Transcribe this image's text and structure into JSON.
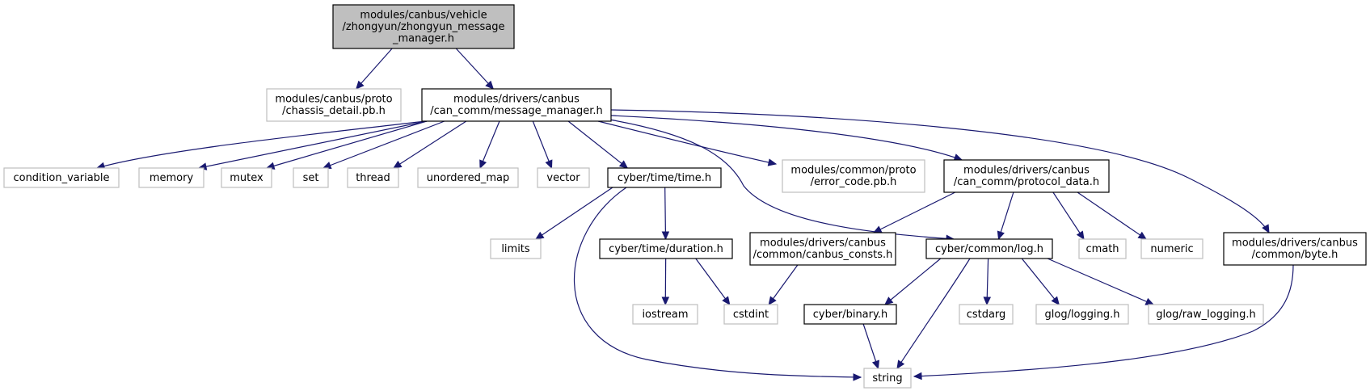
{
  "colors": {
    "edge": "#191970",
    "root_fill": "#bfbfbf",
    "documented_border": "#000000",
    "undocumented_border": "#bfbfbf",
    "text": "#000000"
  },
  "nodes": [
    {
      "id": "root",
      "lines": [
        "modules/canbus/vehicle",
        "/zhongyun/zhongyun_message",
        "_manager.h"
      ],
      "style": "root"
    },
    {
      "id": "chassis",
      "lines": [
        "modules/canbus/proto",
        "/chassis_detail.pb.h"
      ],
      "style": "external"
    },
    {
      "id": "msgmgr",
      "lines": [
        "modules/drivers/canbus",
        "/can_comm/message_manager.h"
      ],
      "style": "documented"
    },
    {
      "id": "condvar",
      "lines": [
        "condition_variable"
      ],
      "style": "external"
    },
    {
      "id": "memory",
      "lines": [
        "memory"
      ],
      "style": "external"
    },
    {
      "id": "mutex",
      "lines": [
        "mutex"
      ],
      "style": "external"
    },
    {
      "id": "set",
      "lines": [
        "set"
      ],
      "style": "external"
    },
    {
      "id": "thread",
      "lines": [
        "thread"
      ],
      "style": "external"
    },
    {
      "id": "umap",
      "lines": [
        "unordered_map"
      ],
      "style": "external"
    },
    {
      "id": "vector",
      "lines": [
        "vector"
      ],
      "style": "external"
    },
    {
      "id": "time",
      "lines": [
        "cyber/time/time.h"
      ],
      "style": "documented"
    },
    {
      "id": "errcode",
      "lines": [
        "modules/common/proto",
        "/error_code.pb.h"
      ],
      "style": "external"
    },
    {
      "id": "protodata",
      "lines": [
        "modules/drivers/canbus",
        "/can_comm/protocol_data.h"
      ],
      "style": "documented"
    },
    {
      "id": "byte",
      "lines": [
        "modules/drivers/canbus",
        "/common/byte.h"
      ],
      "style": "documented"
    },
    {
      "id": "limits",
      "lines": [
        "limits"
      ],
      "style": "external"
    },
    {
      "id": "duration",
      "lines": [
        "cyber/time/duration.h"
      ],
      "style": "documented"
    },
    {
      "id": "consts",
      "lines": [
        "modules/drivers/canbus",
        "/common/canbus_consts.h"
      ],
      "style": "documented"
    },
    {
      "id": "log",
      "lines": [
        "cyber/common/log.h"
      ],
      "style": "documented"
    },
    {
      "id": "cmath",
      "lines": [
        "cmath"
      ],
      "style": "external"
    },
    {
      "id": "numeric",
      "lines": [
        "numeric"
      ],
      "style": "external"
    },
    {
      "id": "iostream",
      "lines": [
        "iostream"
      ],
      "style": "external"
    },
    {
      "id": "cstdint",
      "lines": [
        "cstdint"
      ],
      "style": "external"
    },
    {
      "id": "binary",
      "lines": [
        "cyber/binary.h"
      ],
      "style": "documented"
    },
    {
      "id": "cstdarg",
      "lines": [
        "cstdarg"
      ],
      "style": "external"
    },
    {
      "id": "glog",
      "lines": [
        "glog/logging.h"
      ],
      "style": "external"
    },
    {
      "id": "glograw",
      "lines": [
        "glog/raw_logging.h"
      ],
      "style": "external"
    },
    {
      "id": "string",
      "lines": [
        "string"
      ],
      "style": "external"
    }
  ],
  "edges": [
    [
      "root",
      "chassis"
    ],
    [
      "root",
      "msgmgr"
    ],
    [
      "msgmgr",
      "condvar"
    ],
    [
      "msgmgr",
      "memory"
    ],
    [
      "msgmgr",
      "mutex"
    ],
    [
      "msgmgr",
      "set"
    ],
    [
      "msgmgr",
      "thread"
    ],
    [
      "msgmgr",
      "umap"
    ],
    [
      "msgmgr",
      "vector"
    ],
    [
      "msgmgr",
      "time"
    ],
    [
      "msgmgr",
      "errcode"
    ],
    [
      "msgmgr",
      "protodata"
    ],
    [
      "msgmgr",
      "byte"
    ],
    [
      "msgmgr",
      "log"
    ],
    [
      "time",
      "limits"
    ],
    [
      "time",
      "duration"
    ],
    [
      "time",
      "string"
    ],
    [
      "duration",
      "iostream"
    ],
    [
      "duration",
      "cstdint"
    ],
    [
      "protodata",
      "consts"
    ],
    [
      "protodata",
      "log"
    ],
    [
      "protodata",
      "cmath"
    ],
    [
      "protodata",
      "numeric"
    ],
    [
      "consts",
      "cstdint"
    ],
    [
      "log",
      "binary"
    ],
    [
      "log",
      "cstdarg"
    ],
    [
      "log",
      "glog"
    ],
    [
      "log",
      "glograw"
    ],
    [
      "log",
      "string"
    ],
    [
      "binary",
      "string"
    ],
    [
      "byte",
      "string"
    ]
  ]
}
